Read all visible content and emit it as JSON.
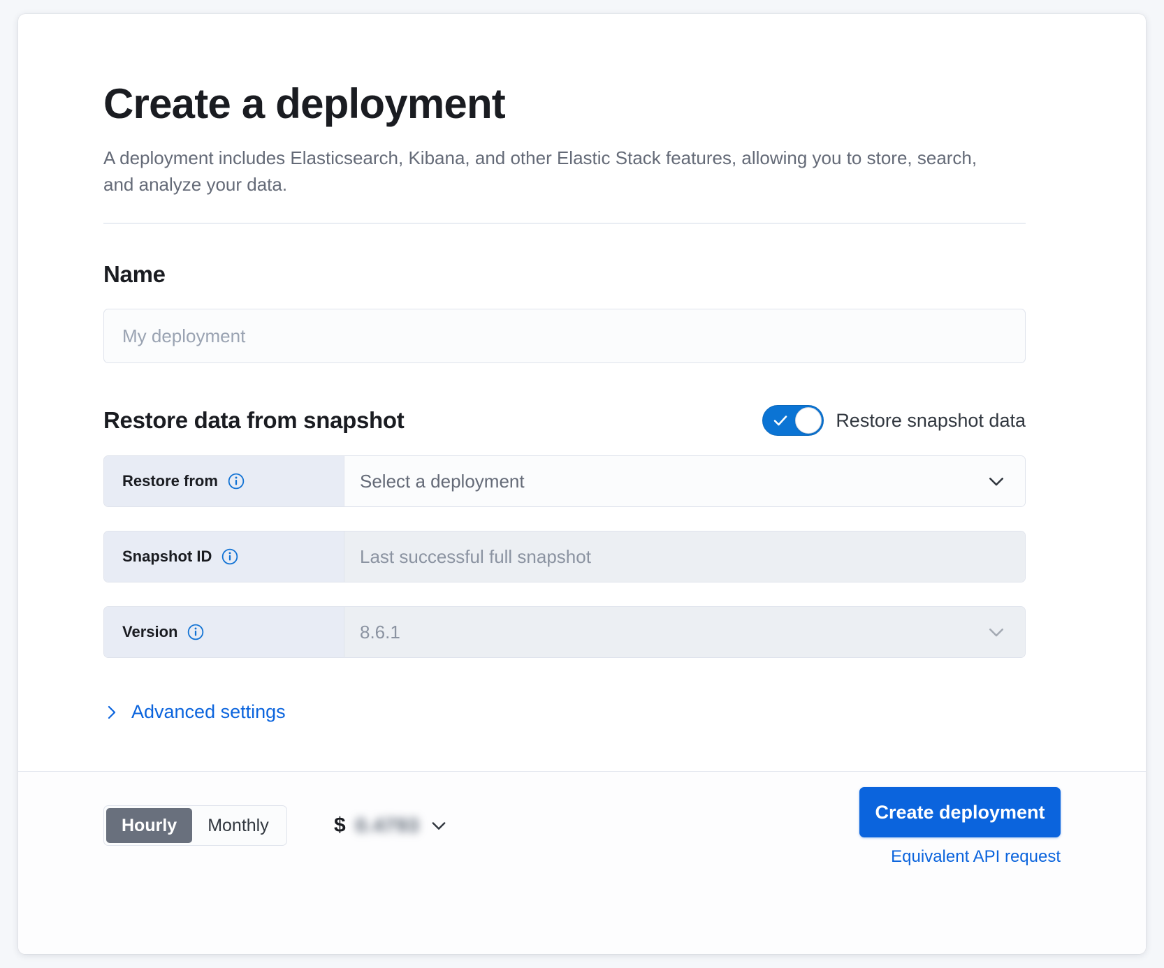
{
  "header": {
    "title": "Create a deployment",
    "subtitle": "A deployment includes Elasticsearch, Kibana, and other Elastic Stack features, allowing you to store, search, and analyze your data."
  },
  "name_section": {
    "heading": "Name",
    "input_placeholder": "My deployment",
    "input_value": ""
  },
  "restore_section": {
    "heading": "Restore data from snapshot",
    "toggle": {
      "label": "Restore snapshot data",
      "checked": true,
      "on_color": "#0b74d4"
    },
    "rows": [
      {
        "label": "Restore from",
        "info_icon": "info-circle-icon",
        "value": "Select a deployment",
        "is_placeholder": true,
        "disabled": false,
        "control": "dropdown",
        "control_icon": "chevron-down-icon"
      },
      {
        "label": "Snapshot ID",
        "info_icon": "info-circle-icon",
        "value": "Last successful full snapshot",
        "is_placeholder": true,
        "disabled": true,
        "control": "text",
        "control_icon": ""
      },
      {
        "label": "Version",
        "info_icon": "info-circle-icon",
        "value": "8.6.1",
        "is_placeholder": false,
        "disabled": true,
        "control": "dropdown",
        "control_icon": "chevron-down-icon"
      }
    ],
    "advanced_settings": {
      "label": "Advanced settings",
      "icon": "chevron-right-icon",
      "expanded": false,
      "color": "#0b64dd"
    }
  },
  "footer": {
    "billing_toggle": {
      "options": [
        "Hourly",
        "Monthly"
      ],
      "selected": "Hourly"
    },
    "price": {
      "currency_symbol": "$",
      "amount": "0.4793",
      "redacted": true,
      "chevron_icon": "chevron-down-icon"
    },
    "primary_button": "Create deployment",
    "api_link": "Equivalent API request",
    "accent_color": "#0b64dd"
  }
}
